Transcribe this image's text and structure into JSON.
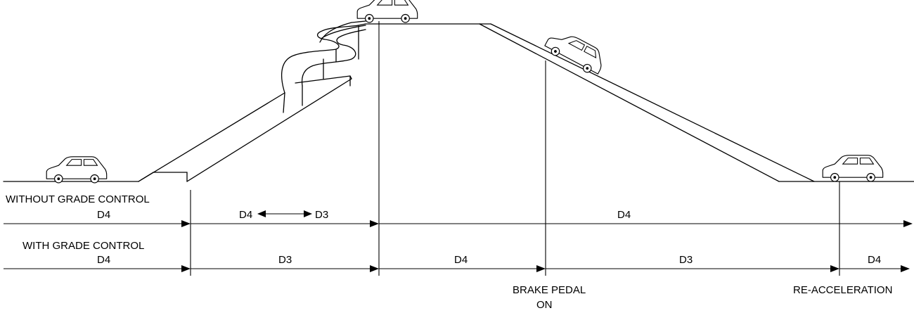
{
  "labels": {
    "without_grade_control": "WITHOUT GRADE CONTROL",
    "with_grade_control": "WITH GRADE CONTROL",
    "brake_pedal_line1": "BRAKE PEDAL",
    "brake_pedal_line2": "ON",
    "re_acceleration": "RE-ACCELERATION"
  },
  "without_segments": {
    "seg1": "D4",
    "seg2_left": "D4",
    "seg2_right": "D3",
    "seg3": "D4"
  },
  "with_segments": {
    "seg1": "D4",
    "seg2": "D3",
    "seg3": "D4",
    "seg4": "D3",
    "seg5": "D4"
  }
}
